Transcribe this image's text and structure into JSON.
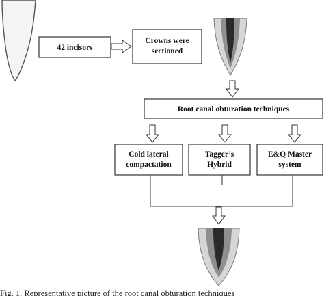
{
  "diagram": {
    "incisors_label": "42 incisors",
    "crowns_label_line1": "Crowns were",
    "crowns_label_line2": "sectioned",
    "techniques_label": "Root canal obturation techniques",
    "technique1_line1": "Cold lateral",
    "technique1_line2": "compactation",
    "technique2_line1": "Tagger’s",
    "technique2_line2": "Hybrid",
    "technique3_line1": "E&Q Master",
    "technique3_line2": "system"
  },
  "caption": "Fig. 1. Representative picture of the root canal obturation techniques",
  "colors": {
    "tooth_fill": "#f4f4f4",
    "root_outer": "#d6d6d6",
    "root_mid": "#8f8f8f",
    "root_core": "#2a2a2a"
  }
}
